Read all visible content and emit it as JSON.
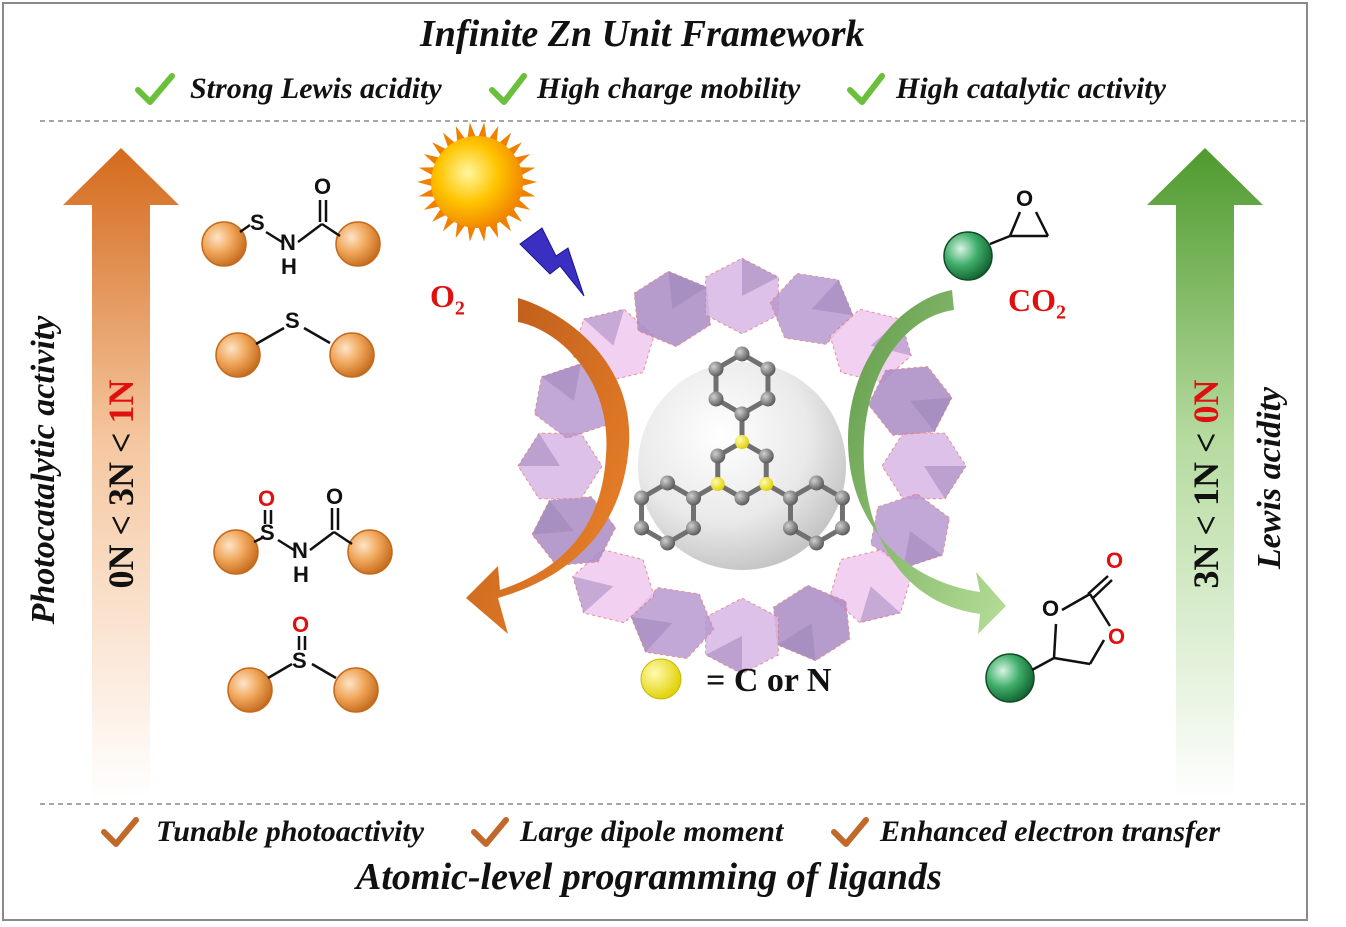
{
  "header": {
    "title": "Infinite Zn Unit Framework",
    "features": [
      "Strong Lewis acidity",
      "High charge mobility",
      "High catalytic activity"
    ],
    "check_color": "#6abf3b"
  },
  "footer": {
    "title": "Atomic-level programming of ligands",
    "features": [
      "Tunable photoactivity",
      "Large dipole moment",
      "Enhanced electron transfer"
    ],
    "check_color": "#c0692a"
  },
  "left_axis": {
    "label": "Photocatalytic activity",
    "order_parts": [
      "0N",
      "<",
      "3N",
      "<",
      "1N"
    ],
    "highlight": "1N",
    "arrow_color": "#d2691e"
  },
  "right_axis": {
    "label": "Lewis acidity",
    "order_parts": [
      "3N",
      "<",
      "1N",
      "<",
      "0N"
    ],
    "highlight": "0N",
    "arrow_color": "#5b9a3c"
  },
  "molecule_atoms": {
    "S": "S",
    "N": "N",
    "H": "H",
    "O": "O"
  },
  "reagents": {
    "o2": "O",
    "o2_sub": "2",
    "co2": "CO",
    "co2_sub": "2"
  },
  "legend": {
    "text": "= C or N",
    "dot_color": "#f2e600"
  },
  "colors": {
    "red": "#e01010",
    "orange_ball": "#e8963f",
    "green_ball": "#2f9a5a",
    "polyhedra": "#c9a8dc"
  }
}
